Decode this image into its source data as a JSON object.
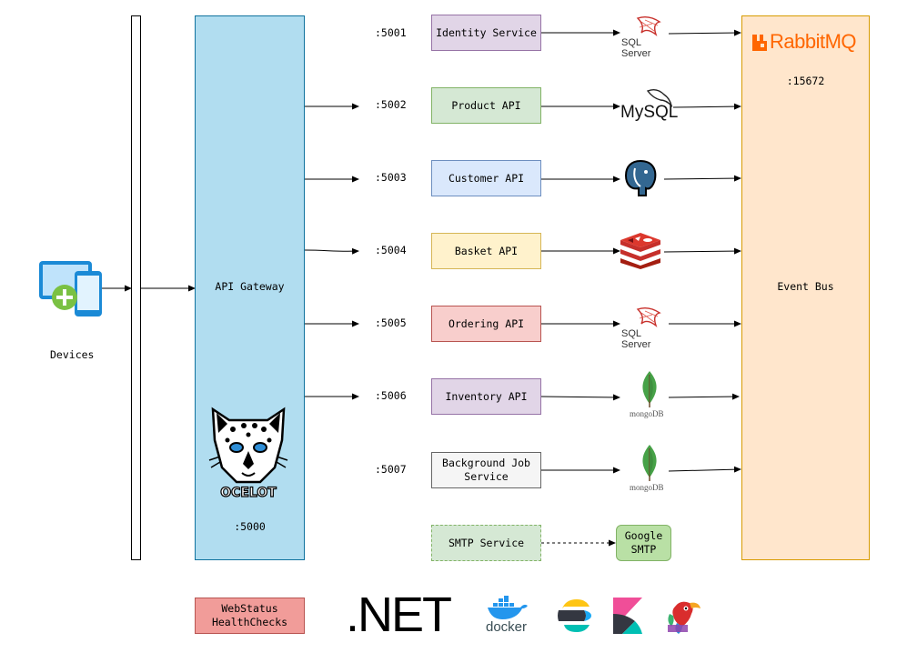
{
  "devices": {
    "label": "Devices"
  },
  "gateway": {
    "label": "API Gateway",
    "port": ":5000",
    "logo_text": "OCELOT"
  },
  "services": [
    {
      "name": "Identity Service",
      "port": ":5001",
      "db": "SQL Server",
      "fill": "#e1d5e7",
      "stroke": "#9673a6"
    },
    {
      "name": "Product API",
      "port": ":5002",
      "db": "MySQL",
      "fill": "#d5e8d4",
      "stroke": "#82b366"
    },
    {
      "name": "Customer API",
      "port": ":5003",
      "db": "PostgreSQL",
      "fill": "#dae8fc",
      "stroke": "#6c8ebf"
    },
    {
      "name": "Basket API",
      "port": ":5004",
      "db": "Redis",
      "fill": "#fff2cc",
      "stroke": "#d6b656"
    },
    {
      "name": "Ordering API",
      "port": ":5005",
      "db": "SQL Server",
      "fill": "#f8cecc",
      "stroke": "#b85450"
    },
    {
      "name": "Inventory API",
      "port": ":5006",
      "db": "mongoDB",
      "fill": "#e1d5e7",
      "stroke": "#9673a6"
    },
    {
      "name": "Background Job Service",
      "port": ":5007",
      "db": "mongoDB",
      "fill": "#f5f5f5",
      "stroke": "#666666"
    }
  ],
  "smtp": {
    "name": "SMTP Service",
    "target": "Google SMTP"
  },
  "event_bus": {
    "label": "Event Bus",
    "port": ":15672",
    "brand": "RabbitMQ"
  },
  "db_texts": {
    "sql_server": "SQL Server",
    "mysql": "MySQL",
    "mongo": "mongoDB"
  },
  "footer": {
    "webstatus": "WebStatus HealthChecks",
    "dotnet": ".NET",
    "docker": "docker"
  },
  "colors": {
    "gateway_fill": "#b1ddf0",
    "gateway_stroke": "#10739e",
    "bus_fill": "#ffe6cc",
    "bus_stroke": "#d79b00",
    "smtp_fill": "#d5e8d4",
    "smtp_stroke": "#82b366",
    "google_fill": "#b9e0a5",
    "webstatus_fill": "#f19c99",
    "webstatus_stroke": "#b85450"
  },
  "icons": [
    "devices-icon",
    "ocelot-logo",
    "rabbitmq-logo",
    "sqlserver-logo",
    "mysql-logo",
    "postgresql-icon",
    "redis-icon",
    "mongodb-icon",
    "dotnet-logo",
    "docker-logo",
    "elastic-logo",
    "kibana-logo",
    "seq-logo"
  ]
}
